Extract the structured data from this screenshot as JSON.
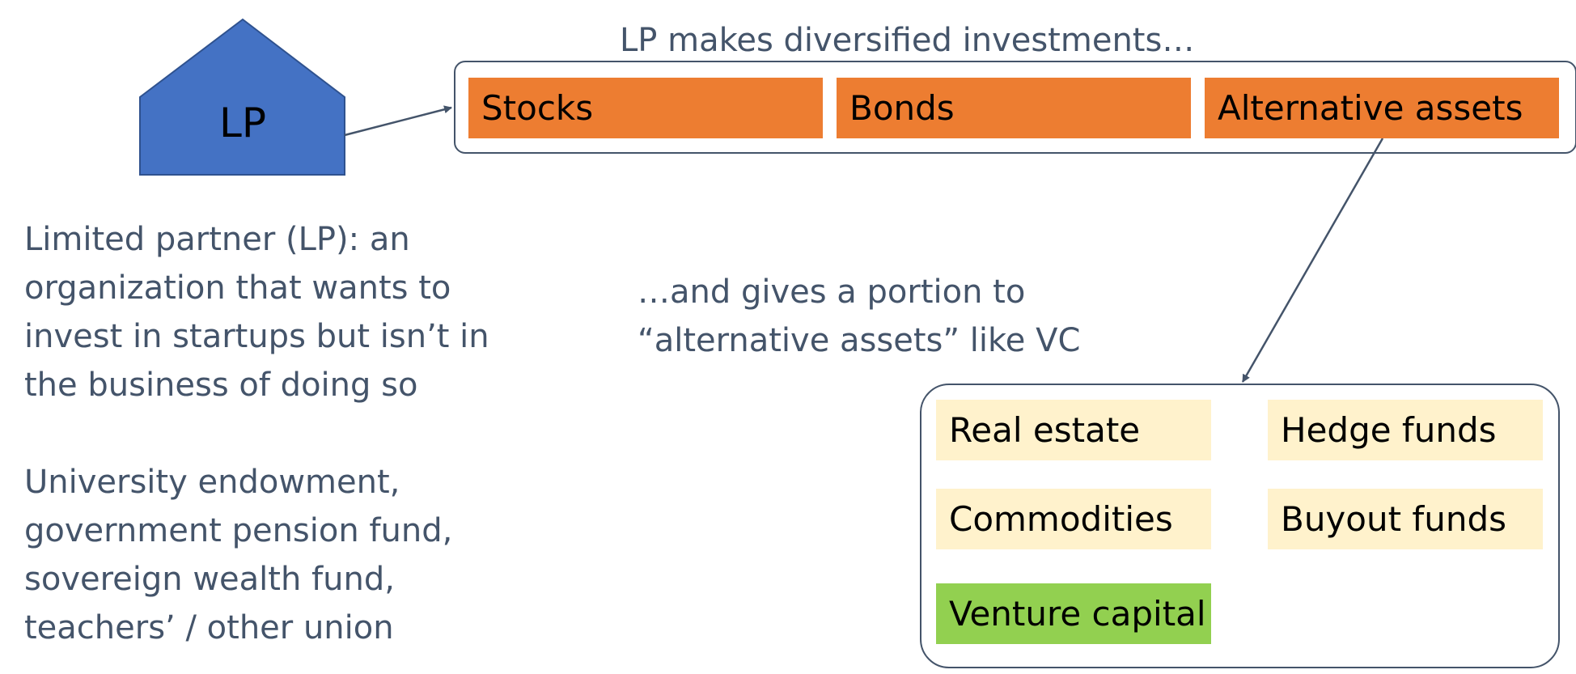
{
  "lp_node": {
    "label": "LP",
    "fill": "#4472c4",
    "stroke": "#2f528f"
  },
  "top_heading": "LP makes diversified investments…",
  "asset_classes": [
    "Stocks",
    "Bonds",
    "Alternative assets"
  ],
  "lp_definition": [
    "Limited partner (LP): an",
    "organization that wants to",
    "invest in startups but isn’t in",
    "the business of doing so"
  ],
  "lp_examples": [
    "University endowment,",
    "government pension fund,",
    "sovereign wealth fund,",
    "teachers’ / other union"
  ],
  "alternatives_note": [
    "…and gives a portion to",
    "“alternative assets” like VC"
  ],
  "alternative_assets": {
    "real_estate": "Real estate",
    "hedge_funds": "Hedge funds",
    "commodities": "Commodities",
    "buyout_funds": "Buyout funds",
    "venture_capital": "Venture capital"
  },
  "colors": {
    "text_slate": "#44546a",
    "orange": "#ed7d31",
    "cream": "#fff2cc",
    "green": "#92d050",
    "lp_blue": "#4472c4"
  }
}
